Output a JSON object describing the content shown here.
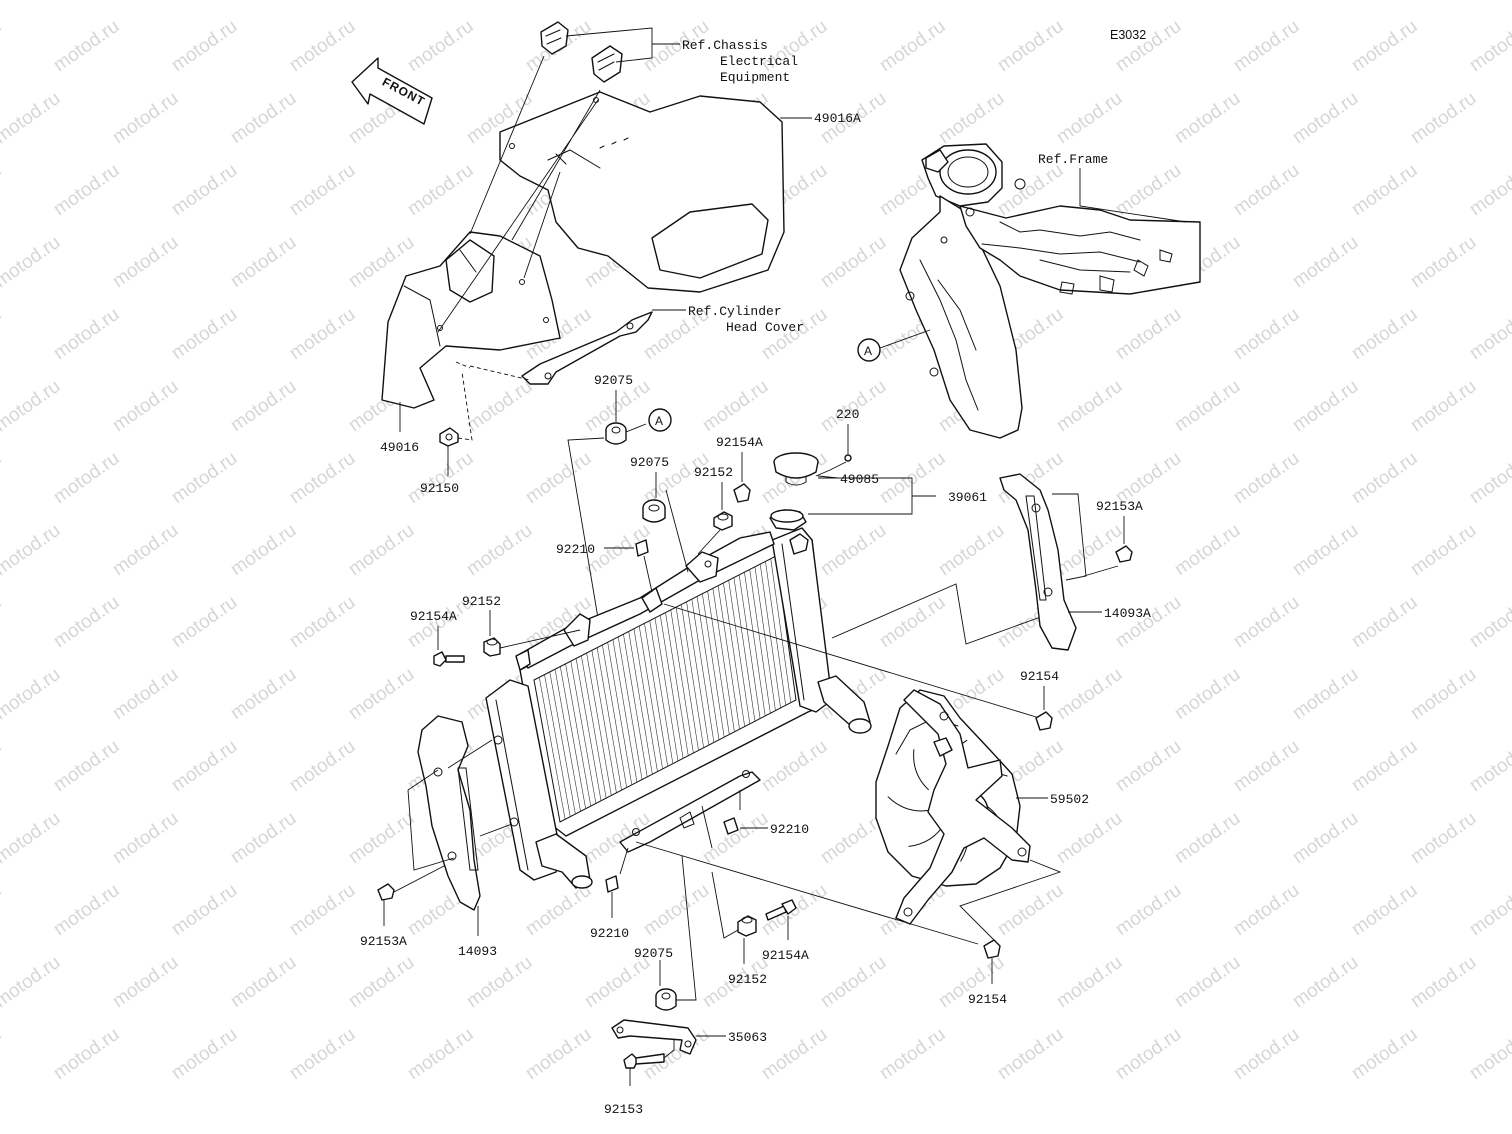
{
  "diagram": {
    "code": "E3032",
    "watermark": "motod.ru",
    "front_label": "FRONT",
    "circle_label": "A",
    "references": {
      "chassis": [
        "Ref.Chassis",
        "Electrical",
        "Equipment"
      ],
      "frame": "Ref.Frame",
      "cylinder": [
        "Ref.Cylinder",
        "Head Cover"
      ]
    },
    "labels": {
      "p49016A": "49016A",
      "p49016": "49016",
      "p92150": "92150",
      "p92075a": "92075",
      "p92075b": "92075",
      "p92075c": "92075",
      "p220": "220",
      "p92154Aa": "92154A",
      "p92154Ab": "92154A",
      "p92154Ac": "92154A",
      "p92152a": "92152",
      "p92152b": "92152",
      "p92152c": "92152",
      "p49085": "49085",
      "p39061": "39061",
      "p92153Aa": "92153A",
      "p92153Ab": "92153A",
      "p14093A": "14093A",
      "p14093": "14093",
      "p92210a": "92210",
      "p92210b": "92210",
      "p92210c": "92210",
      "p92154a": "92154",
      "p92154b": "92154",
      "p59502": "59502",
      "p35063": "35063",
      "p92153": "92153"
    }
  }
}
